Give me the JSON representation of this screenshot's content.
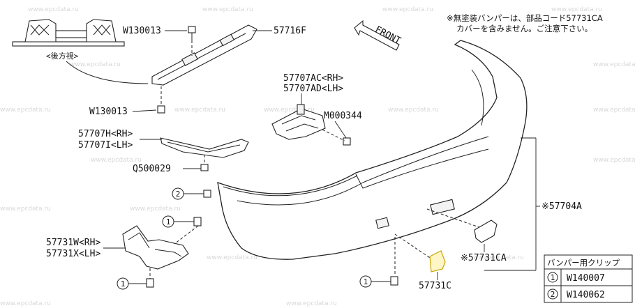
{
  "watermark": "www.epcdata.ru",
  "note": {
    "line1": "※無塗装バンパーは、部品コード57731CA",
    "line2": "カバーを含みません。ご注意下さい。"
  },
  "front_arrow": "FRONT",
  "rear_view_label": "<後方視>",
  "labels": {
    "w130013_top": "W130013",
    "p57716F": "57716F",
    "w130013_mid": "W130013",
    "p57707AC": "57707AC<RH>",
    "p57707AD": "57707AD<LH>",
    "m000344": "M000344",
    "p57707H": "57707H<RH>",
    "p57707I": "57707I<LH>",
    "q500029": "Q500029",
    "p57704A": "※57704A",
    "p57731W": "57731W<RH>",
    "p57731X": "57731X<LH>",
    "p57731CA": "※57731CA",
    "p57731C": "57731C"
  },
  "callouts": {
    "c2": "2",
    "c1a": "1",
    "c1b": "1",
    "c1c": "1"
  },
  "clip_table": {
    "header": "バンパー用クリップ",
    "rows": [
      {
        "num": "1",
        "code": "W140007"
      },
      {
        "num": "2",
        "code": "W140062"
      }
    ]
  },
  "colors": {
    "line": "#222222",
    "highlight": "#fff6c8",
    "watermark": "#d8d8d8"
  }
}
